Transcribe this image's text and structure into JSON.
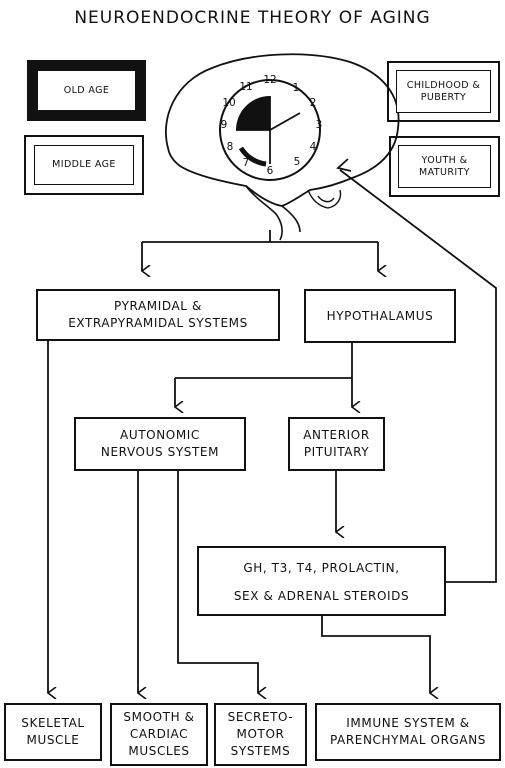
{
  "title": "NEUROENDOCRINE THEORY OF AGING",
  "stages": {
    "old_age": "OLD AGE",
    "middle_age": "MIDDLE AGE",
    "childhood": [
      "CHILDHOOD &",
      "PUBERTY"
    ],
    "youth": [
      "YOUTH &",
      "MATURITY"
    ]
  },
  "clock_numbers": [
    "12",
    "1",
    "2",
    "3",
    "4",
    "5",
    "6",
    "7",
    "8",
    "9",
    "10",
    "11"
  ],
  "boxes": {
    "pyramidal": [
      "PYRAMIDAL &",
      "EXTRAPYRAMIDAL SYSTEMS"
    ],
    "hypothalamus": [
      "HYPOTHALAMUS"
    ],
    "autonomic": [
      "AUTONOMIC",
      "NERVOUS SYSTEM"
    ],
    "anterior_pituitary": [
      "ANTERIOR",
      "PITUITARY"
    ],
    "hormones": [
      "GH, T3, T4, PROLACTIN,",
      "SEX & ADRENAL STEROIDS"
    ],
    "skeletal": [
      "SKELETAL",
      "MUSCLE"
    ],
    "smooth": [
      "SMOOTH &",
      "CARDIAC",
      "MUSCLES"
    ],
    "secreto": [
      "SECRETO-",
      "MOTOR",
      "SYSTEMS"
    ],
    "immune": [
      "IMMUNE SYSTEM &",
      "PARENCHYMAL ORGANS"
    ]
  },
  "colors": {
    "ink": "#111111",
    "paper": "#ffffff"
  }
}
